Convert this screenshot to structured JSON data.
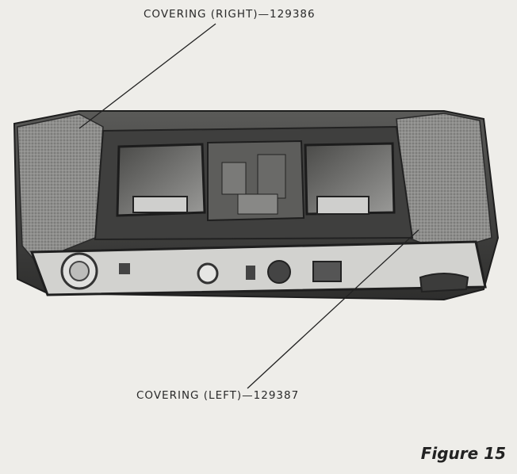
{
  "labels": {
    "top": "COVERING (RIGHT)—129386",
    "bottom": "COVERING (LEFT)—129387"
  },
  "caption": "Figure 15",
  "colors": {
    "paper": "#eeede9",
    "metal_dark": "#3a3a3a",
    "covering": "#8c8c8a",
    "ink": "#2a2a2a"
  }
}
